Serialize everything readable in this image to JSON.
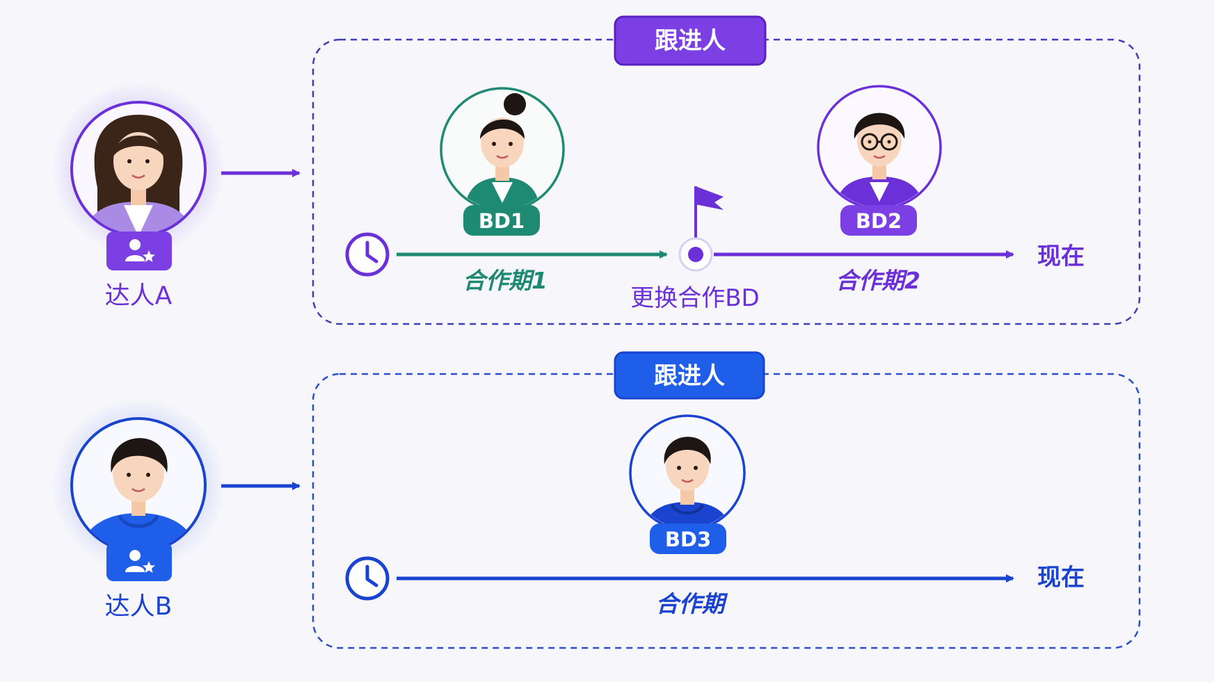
{
  "colors": {
    "purple": "#6b30d8",
    "purple_badge": "#7b3fe4",
    "teal": "#1f8a74",
    "blue": "#1a44d0",
    "blue_badge": "#1f5ee8",
    "dash_purple": "#3f3fb8",
    "dash_blue": "#2a4fc8"
  },
  "talent_a": {
    "name": "达人A",
    "follow_label": "跟进人",
    "badge_icon": "user-star-icon",
    "bd1": {
      "label": "BD1"
    },
    "bd2": {
      "label": "BD2"
    },
    "period1": "合作期1",
    "period2": "合作期2",
    "switch_label": "更换合作BD",
    "now": "现在"
  },
  "talent_b": {
    "name": "达人B",
    "follow_label": "跟进人",
    "badge_icon": "user-star-icon",
    "bd3": {
      "label": "BD3"
    },
    "period": "合作期",
    "now": "现在"
  }
}
